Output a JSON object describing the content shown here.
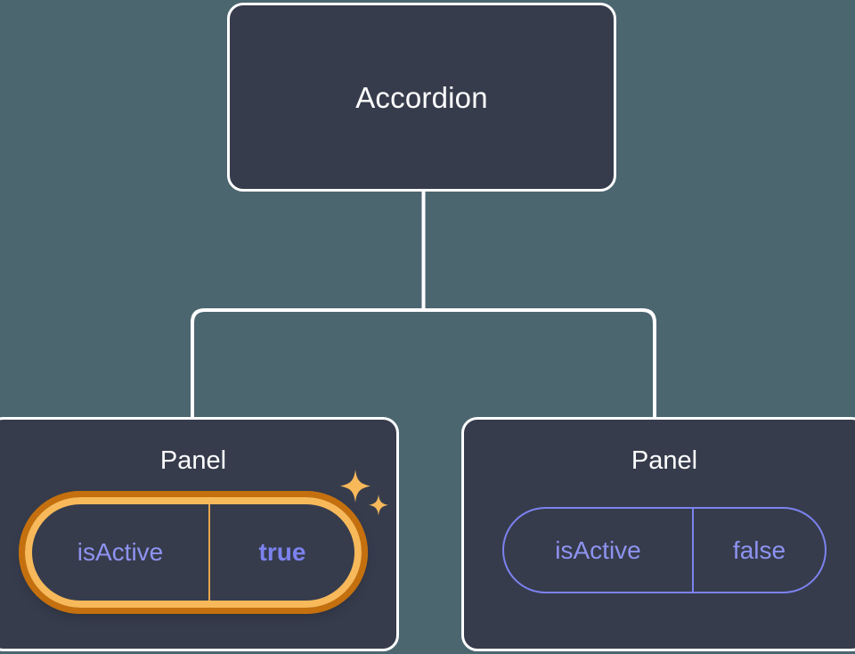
{
  "diagram": {
    "type": "component-tree",
    "background_color": "#4C6670",
    "node_fill_color": "#363C4C",
    "node_border_color": "#FFFFFF",
    "edge_color": "#FFFFFF",
    "root": {
      "label": "Accordion"
    },
    "children": [
      {
        "label": "Panel",
        "highlighted": true,
        "prop": {
          "key": "isActive",
          "value": "true",
          "border_color": "#F8B95A",
          "glow_color": "#C4700F",
          "text_color": "#7C82EE"
        },
        "sparkle_icon": "sparkles-icon",
        "sparkle_color": "#F8B95A"
      },
      {
        "label": "Panel",
        "highlighted": false,
        "prop": {
          "key": "isActive",
          "value": "false",
          "border_color": "#7C82EE",
          "text_color": "#8E93F0"
        }
      }
    ]
  }
}
